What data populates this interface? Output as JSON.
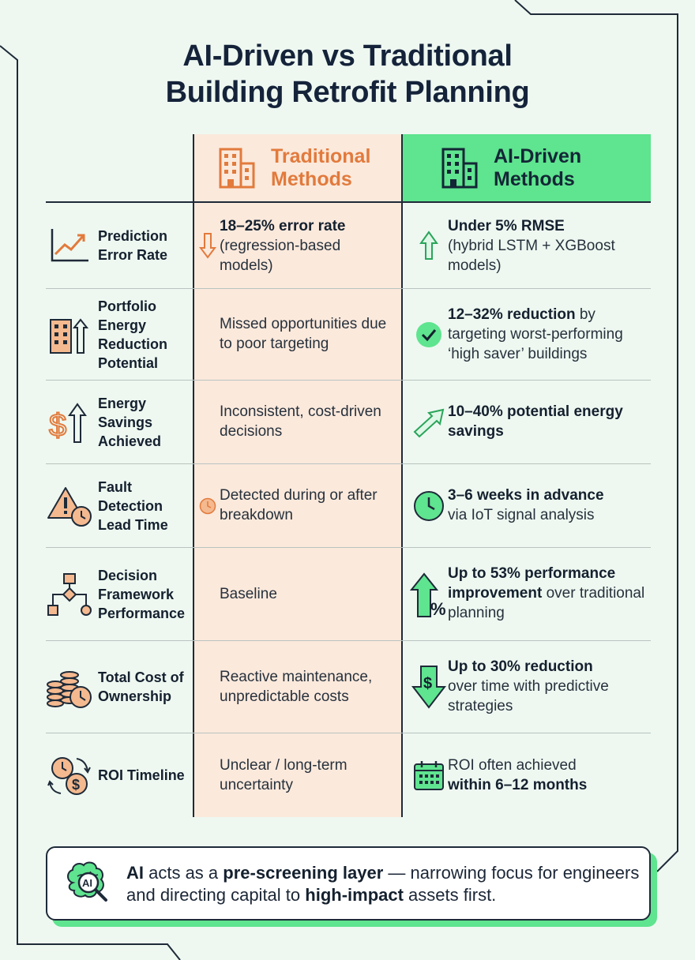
{
  "title": {
    "line1": "AI-Driven vs Traditional",
    "line2": "Building Retrofit Planning"
  },
  "columns": {
    "traditional": {
      "line1": "Traditional",
      "line2": "Methods",
      "icon": "building-icon"
    },
    "ai": {
      "line1": "AI-Driven",
      "line2": "Methods",
      "icon": "building-icon"
    }
  },
  "colors": {
    "background": "#eef8f1",
    "traditional_accent": "#e27a3c",
    "traditional_fill": "#fbe9dc",
    "ai_accent": "#5fe48f",
    "dark": "#1e2a38"
  },
  "rows": [
    {
      "metric": "Prediction Error Rate",
      "metric_icon": "trend-chart-icon",
      "trad_bold": "18–25% error rate",
      "trad_text": "(regression-based models)",
      "trad_icon": "arrow-down-icon",
      "ai_bold": "Under 5% RMSE",
      "ai_text": "(hybrid LSTM + XGBoost models)",
      "ai_icon": "arrow-up-icon"
    },
    {
      "metric": "Portfolio Energy Reduction Potential",
      "metric_icon": "building-growth-icon",
      "trad_text": "Missed opportunities due to poor targeting",
      "ai_bold": "12–32% reduction",
      "ai_text": "by targeting worst-performing ‘high saver’ buildings",
      "ai_icon": "check-circle-icon"
    },
    {
      "metric": "Energy Savings Achieved",
      "metric_icon": "dollar-up-icon",
      "trad_text": "Inconsistent, cost-driven decisions",
      "ai_bold": "10–40% potential energy savings",
      "ai_icon": "diagonal-arrow-icon"
    },
    {
      "metric": "Fault Detection Lead Time",
      "metric_icon": "warning-clock-icon",
      "trad_text": "Detected during or after breakdown",
      "trad_icon": "clock-icon",
      "ai_bold": "3–6 weeks in advance",
      "ai_text": "via IoT signal analysis",
      "ai_icon": "clock-icon"
    },
    {
      "metric": "Decision Framework Performance",
      "metric_icon": "flowchart-icon",
      "trad_text": "Baseline",
      "ai_bold": "Up to 53% performance improvement",
      "ai_text": "over traditional planning",
      "ai_icon": "percent-up-icon"
    },
    {
      "metric": "Total Cost of Ownership",
      "metric_icon": "coins-clock-icon",
      "trad_text": "Reactive maintenance, unpredictable costs",
      "ai_bold": "Up to 30% reduction",
      "ai_text": "over time with predictive strategies",
      "ai_icon": "dollar-down-icon"
    },
    {
      "metric": "ROI Timeline",
      "metric_icon": "time-money-cycle-icon",
      "trad_text": "Unclear / long-term uncertainty",
      "ai_text": "ROI often achieved",
      "ai_bold": "within 6–12 months",
      "ai_icon": "calendar-icon"
    }
  ],
  "callout": {
    "icon": "ai-brain-icon",
    "icon_text": "AI",
    "b1": "AI",
    "t1": " acts as a ",
    "b2": "pre-screening layer",
    "t2": " — narrowing focus for engineers and directing capital to ",
    "b3": "high-impact",
    "t3": " assets first."
  }
}
